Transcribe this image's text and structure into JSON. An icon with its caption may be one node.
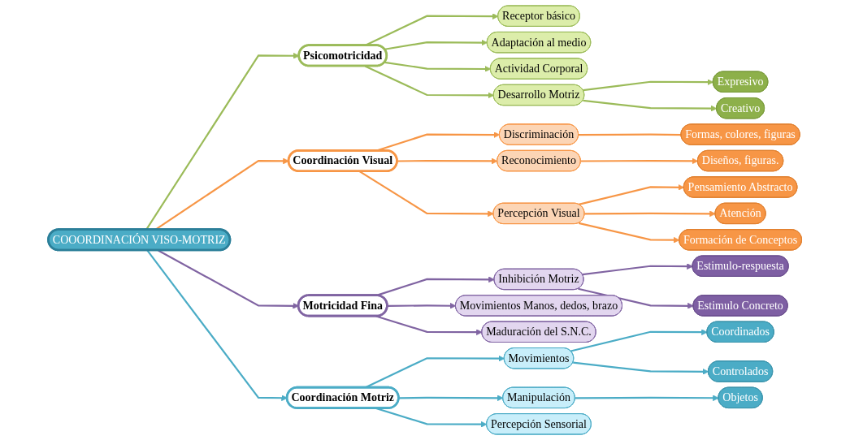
{
  "diagram": {
    "nodes": [
      {
        "text": [
          "COOORDINACIÓN VISO-MOTRIZ"
        ]
      },
      {
        "text": [
          "Psicomotricidad"
        ]
      },
      {
        "text": [
          "Receptor básico"
        ]
      },
      {
        "text": [
          "Adaptación al medio"
        ]
      },
      {
        "text": [
          "Actividad Corporal"
        ]
      },
      {
        "text": [
          "Desarrollo Motriz"
        ]
      },
      {
        "text": [
          "Expresivo"
        ]
      },
      {
        "text": [
          "Creativo"
        ]
      },
      {
        "text": [
          "Coordinación Visual"
        ]
      },
      {
        "text": [
          "Discriminación"
        ]
      },
      {
        "text": [
          "Formas, colores, figuras"
        ]
      },
      {
        "text": [
          "Reconocimiento"
        ]
      },
      {
        "text": [
          "Diseños, figuras."
        ]
      },
      {
        "text": [
          "Percepción Visual"
        ]
      },
      {
        "text": [
          "Pensamiento Abstracto"
        ]
      },
      {
        "text": [
          "Atención"
        ]
      },
      {
        "text": [
          "Formación de Conceptos"
        ]
      },
      {
        "text": [
          "Motricidad Fina"
        ]
      },
      {
        "text": [
          "Inhibición Motriz"
        ]
      },
      {
        "text": [
          "Estimulo-respuesta"
        ]
      },
      {
        "text": [
          "Estimulo Concreto"
        ]
      },
      {
        "text": [
          "Movimientos Manos, dedos, brazo"
        ]
      },
      {
        "text": [
          "Maduración del S.N.C."
        ]
      },
      {
        "text": [
          "Coordinación Motriz"
        ]
      },
      {
        "text": [
          "Movimientos"
        ]
      },
      {
        "text": [
          "Coordinados"
        ]
      },
      {
        "text": [
          "Controlados"
        ]
      },
      {
        "text": [
          "Manipulación"
        ]
      },
      {
        "text": [
          "Objetos"
        ]
      },
      {
        "text": [
          "Percepción Sensorial"
        ]
      }
    ],
    "edges": [
      {
        "from": 0,
        "to": 1,
        "arrow": "to",
        "color": "#9bbb59"
      },
      {
        "from": 1,
        "to": 2,
        "arrow": "to",
        "color": "#9bbb59"
      },
      {
        "from": 1,
        "to": 3,
        "arrow": "to",
        "color": "#9bbb59"
      },
      {
        "from": 1,
        "to": 4,
        "arrow": "to",
        "color": "#9bbb59"
      },
      {
        "from": 1,
        "to": 5,
        "arrow": "to",
        "color": "#9bbb59"
      },
      {
        "from": 5,
        "to": 6,
        "arrow": "to",
        "color": "#9bbb59"
      },
      {
        "from": 5,
        "to": 7,
        "arrow": "to",
        "color": "#9bbb59"
      },
      {
        "from": 0,
        "to": 8,
        "arrow": "to",
        "color": "#f79646"
      },
      {
        "from": 8,
        "to": 9,
        "arrow": "to",
        "color": "#f79646"
      },
      {
        "from": 9,
        "to": 10,
        "arrow": "none",
        "color": "#f79646"
      },
      {
        "from": 8,
        "to": 11,
        "arrow": "to",
        "color": "#f79646"
      },
      {
        "from": 11,
        "to": 12,
        "arrow": "to",
        "color": "#f79646"
      },
      {
        "from": 8,
        "to": 13,
        "arrow": "to",
        "color": "#f79646"
      },
      {
        "from": 13,
        "to": 14,
        "arrow": "to",
        "color": "#f79646"
      },
      {
        "from": 13,
        "to": 15,
        "arrow": "to",
        "color": "#f79646"
      },
      {
        "from": 13,
        "to": 16,
        "arrow": "to",
        "color": "#f79646"
      },
      {
        "from": 0,
        "to": 17,
        "arrow": "to",
        "color": "#8064a2"
      },
      {
        "from": 17,
        "to": 18,
        "arrow": "to",
        "color": "#8064a2"
      },
      {
        "from": 18,
        "to": 19,
        "arrow": "to",
        "color": "#8064a2"
      },
      {
        "from": 18,
        "to": 20,
        "arrow": "to",
        "color": "#8064a2"
      },
      {
        "from": 17,
        "to": 21,
        "arrow": "to",
        "color": "#8064a2"
      },
      {
        "from": 17,
        "to": 22,
        "arrow": "to",
        "color": "#8064a2"
      },
      {
        "from": 0,
        "to": 23,
        "arrow": "to",
        "color": "#4bacc6"
      },
      {
        "from": 23,
        "to": 24,
        "arrow": "to",
        "color": "#4bacc6"
      },
      {
        "from": 24,
        "to": 25,
        "arrow": "to",
        "color": "#4bacc6"
      },
      {
        "from": 24,
        "to": 26,
        "arrow": "to",
        "color": "#4bacc6"
      },
      {
        "from": 23,
        "to": 27,
        "arrow": "to",
        "color": "#4bacc6"
      },
      {
        "from": 27,
        "to": 28,
        "arrow": "to",
        "color": "#4bacc6"
      },
      {
        "from": 23,
        "to": 29,
        "arrow": "to",
        "color": "#4bacc6"
      }
    ]
  }
}
